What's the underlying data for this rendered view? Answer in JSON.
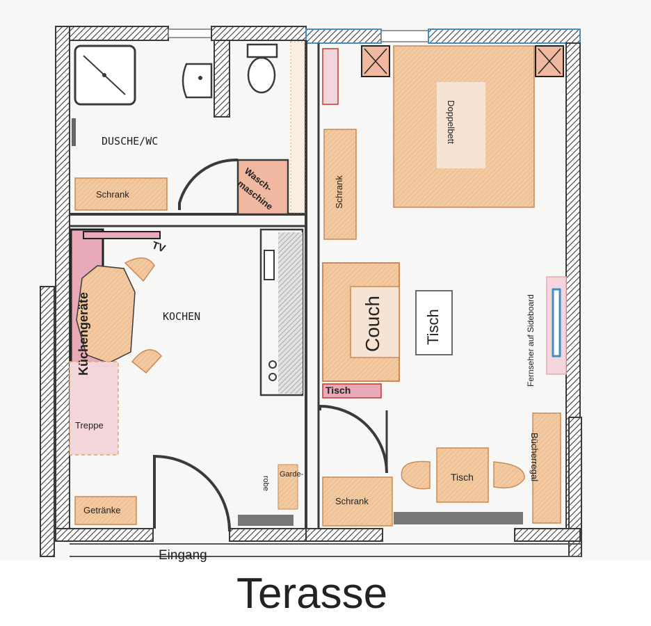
{
  "plan": {
    "rooms": {
      "bath": "DUSCHE/WC",
      "kitchen": "KOCHEN"
    },
    "furniture": {
      "schrank_bath": "Schrank",
      "waschmaschine_1": "Wasch-",
      "waschmaschine_2": "maschine",
      "schrank_bedroom": "Schrank",
      "doppelbett": "Doppelbett",
      "couch": "Couch",
      "tisch_living": "Tisch",
      "tisch_small": "Tisch",
      "tv_sideboard": "Fernseher auf Sideboard",
      "buecherregal": "Bücherregal",
      "tisch_dining": "Tisch",
      "schrank_living": "Schrank",
      "garderobe_1": "Garde-",
      "garderobe_2": "robe",
      "getraenke": "Getränke",
      "treppe": "Treppe",
      "kuechengeraete": "Küchengeräte",
      "tv": "TV"
    },
    "entrance": "Eingang",
    "terrace": "Terasse"
  },
  "colors": {
    "wall": "#3a3a3a",
    "furniture": "#f2c9a0",
    "furniture_stroke": "#c98a55",
    "appliance": "#f0b8a0",
    "stair": "#f3d6dc",
    "pink": "#e8a9b8",
    "glass": "#3f8fc6"
  }
}
